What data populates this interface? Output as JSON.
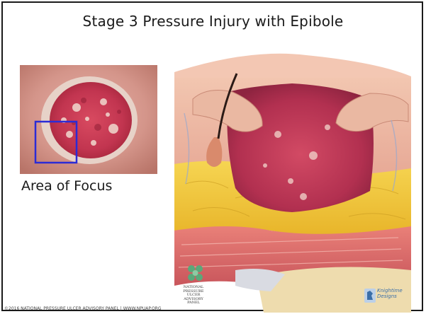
{
  "title": "Stage 3 Pressure Injury with Epibole",
  "focus_label": "Area of Focus",
  "logo_text": [
    "NATIONAL",
    "PRESSURE",
    "ULCER",
    "ADVISORY",
    "PANEL"
  ],
  "copyright": "©2016 NATIONAL PRESSURE ULCER ADVISORY PANEL | WWW.NPUAP.ORG",
  "kd_text": [
    "Knightime",
    "Designs"
  ],
  "colors": {
    "focus_box": "#2b2bd6",
    "frame": "#1a1a1a",
    "fat": "#f0c83a",
    "wound": "#c0304a"
  }
}
